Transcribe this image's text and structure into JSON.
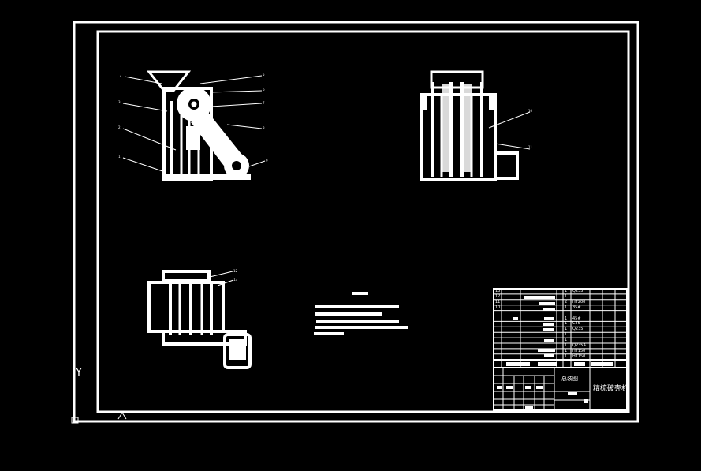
{
  "drawing": {
    "view_label": "总装图",
    "title_name": "精梳破壳机",
    "ucs_y_label": "Y"
  },
  "balloons": {
    "front_left": [
      "4",
      "3",
      "2",
      "1"
    ],
    "front_right": [
      "5",
      "6",
      "7",
      "8",
      "9"
    ],
    "side": [
      "10",
      "11"
    ],
    "plan": [
      "12",
      "13"
    ]
  },
  "parts_list": [
    {
      "no": "13",
      "code": "",
      "name": "",
      "qty": "1",
      "material": "Q235"
    },
    {
      "no": "12",
      "code": "",
      "name": "",
      "qty": "1",
      "material": ""
    },
    {
      "no": "11",
      "code": "",
      "name": "",
      "qty": "2",
      "material": "HT200"
    },
    {
      "no": "10",
      "code": "",
      "name": "",
      "qty": "1",
      "material": "35#"
    },
    {
      "no": "",
      "code": "",
      "name": "",
      "qty": "",
      "material": ""
    },
    {
      "no": "",
      "code": "",
      "name": "",
      "qty": "1",
      "material": "45#"
    },
    {
      "no": "",
      "code": "",
      "name": "",
      "qty": "1",
      "material": "C45"
    },
    {
      "no": "",
      "code": "",
      "name": "",
      "qty": "1",
      "material": "Q235"
    },
    {
      "no": "",
      "code": "",
      "name": "",
      "qty": "1",
      "material": ""
    },
    {
      "no": "",
      "code": "",
      "name": "",
      "qty": "1",
      "material": ""
    },
    {
      "no": "",
      "code": "",
      "name": "",
      "qty": "1",
      "material": "Q235A"
    },
    {
      "no": "",
      "code": "",
      "name": "",
      "qty": "1",
      "material": "HT150"
    },
    {
      "no": "",
      "code": "",
      "name": "",
      "qty": "1",
      "material": "HT150"
    }
  ],
  "colors": {
    "background": "#000000",
    "linework": "#ffffff"
  }
}
